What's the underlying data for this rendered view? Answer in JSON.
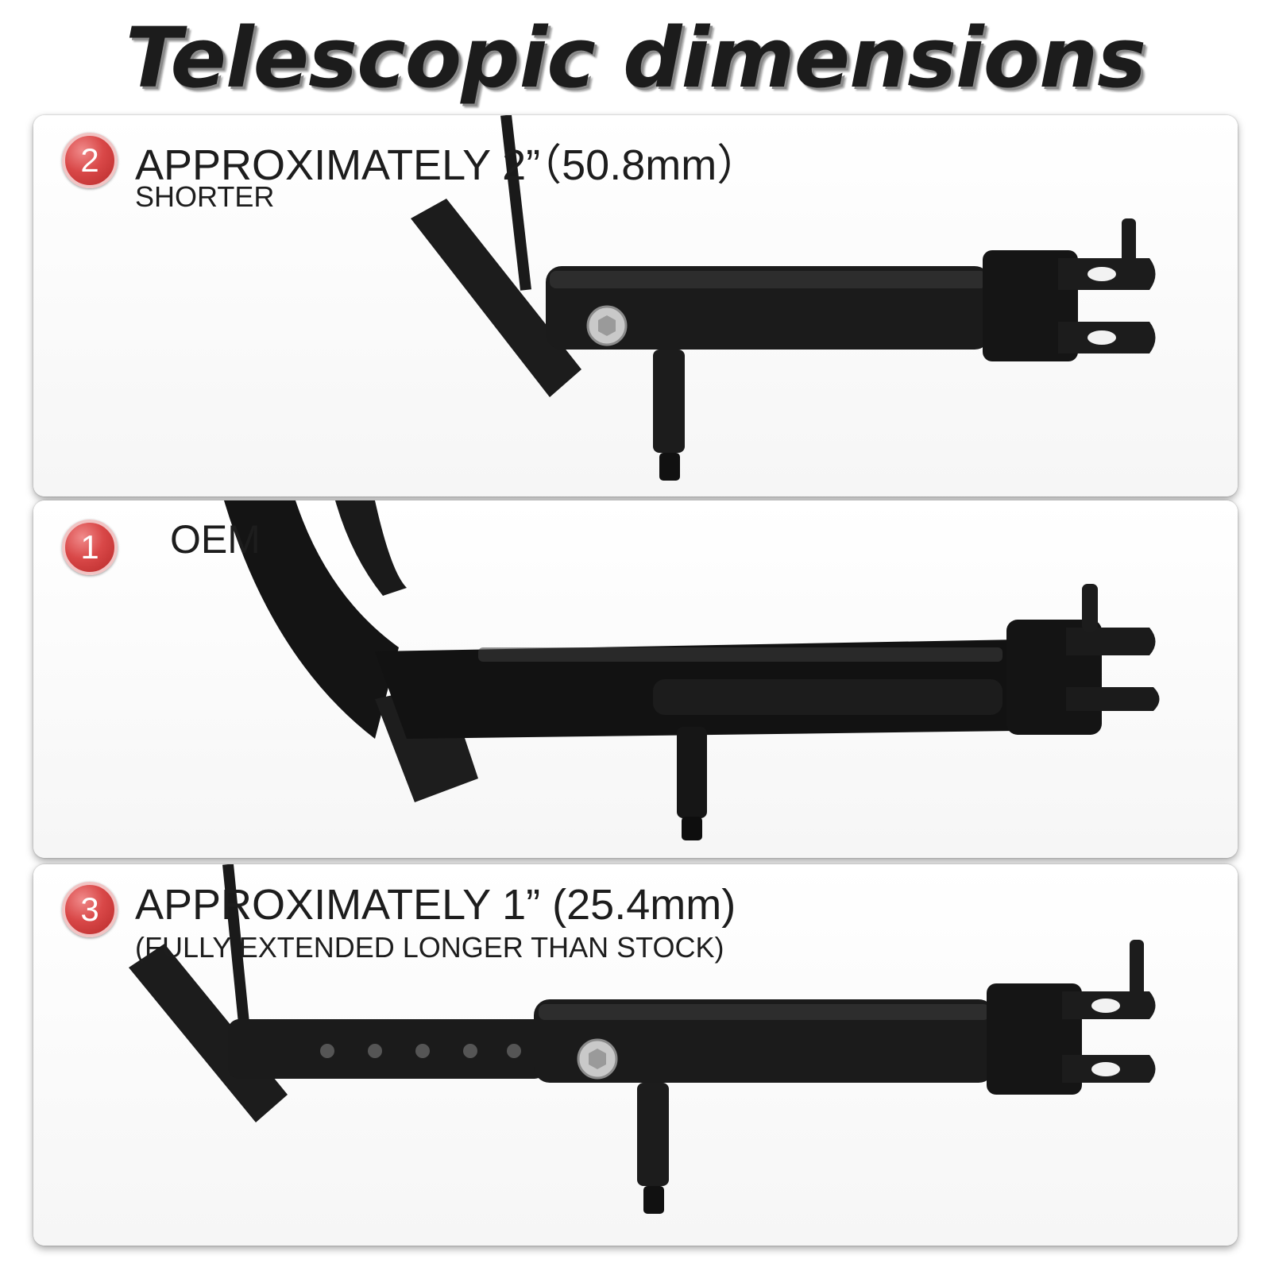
{
  "title": "Telescopic dimensions",
  "panels": [
    {
      "badge": "2",
      "heading": "APPROXIMATELY 2”（50.8mm）",
      "subheading": "SHORTER"
    },
    {
      "badge": "1",
      "heading": "OEM",
      "subheading": ""
    },
    {
      "badge": "3",
      "heading": "APPROXIMATELY 1” (25.4mm)",
      "subheading": "(FULLY EXTENDED LONGER THAN STOCK)"
    }
  ],
  "colors": {
    "badge": "#d94848",
    "metal": "#1a1a1a",
    "bolt": "#c9c9c9"
  },
  "icons": {
    "bolt": "hex-bolt-icon"
  }
}
